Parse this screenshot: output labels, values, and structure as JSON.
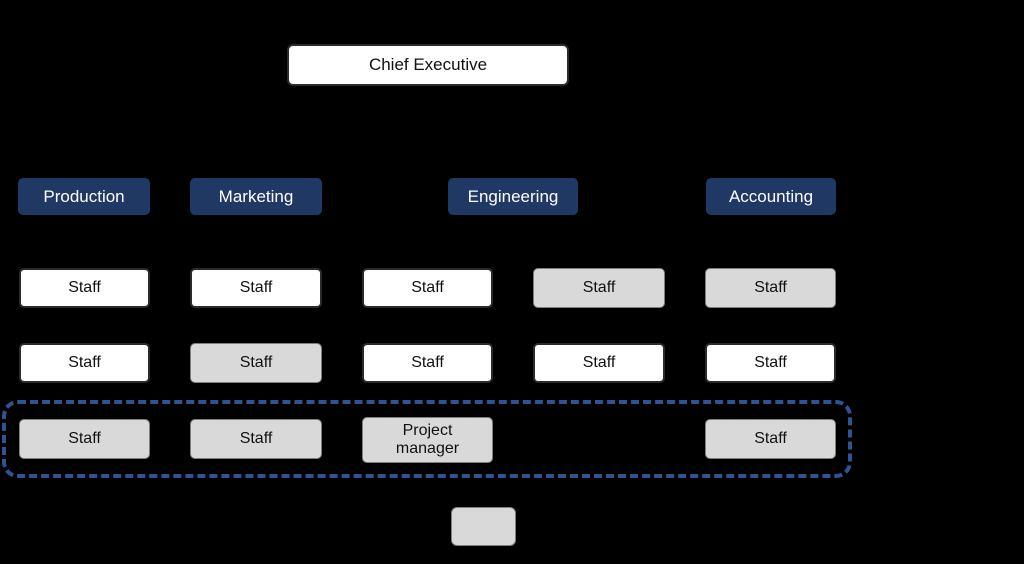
{
  "colors": {
    "background": "#000000",
    "department_navy": "#1f3864",
    "box_white_fill": "#ffffff",
    "box_white_border": "#2b2b2b",
    "box_gray_fill": "#d9d9d9",
    "box_gray_border": "#7f7f7f",
    "highlight_dash_blue": "#2f5496",
    "text_dark": "#111111",
    "text_light": "#ffffff"
  },
  "root": {
    "label": "Chief Executive"
  },
  "departments": [
    {
      "label": "Production"
    },
    {
      "label": "Marketing"
    },
    {
      "label": "Engineering"
    },
    {
      "label": "Accounting"
    }
  ],
  "staff_grid": {
    "row1": [
      {
        "label": "Staff",
        "variant": "white"
      },
      {
        "label": "Staff",
        "variant": "white"
      },
      {
        "label": "Staff",
        "variant": "white"
      },
      {
        "label": "Staff",
        "variant": "gray"
      },
      {
        "label": "Staff",
        "variant": "gray"
      }
    ],
    "row2": [
      {
        "label": "Staff",
        "variant": "white"
      },
      {
        "label": "Staff",
        "variant": "gray"
      },
      {
        "label": "Staff",
        "variant": "white"
      },
      {
        "label": "Staff",
        "variant": "white"
      },
      {
        "label": "Staff",
        "variant": "white"
      }
    ],
    "row3": [
      {
        "label": "Staff",
        "variant": "gray"
      },
      {
        "label": "Staff",
        "variant": "gray"
      },
      {
        "label": "Project manager",
        "variant": "gray"
      },
      {
        "label": "Staff",
        "variant": "gray"
      }
    ]
  },
  "legend": {
    "swatch_fill": "#d9d9d9"
  }
}
